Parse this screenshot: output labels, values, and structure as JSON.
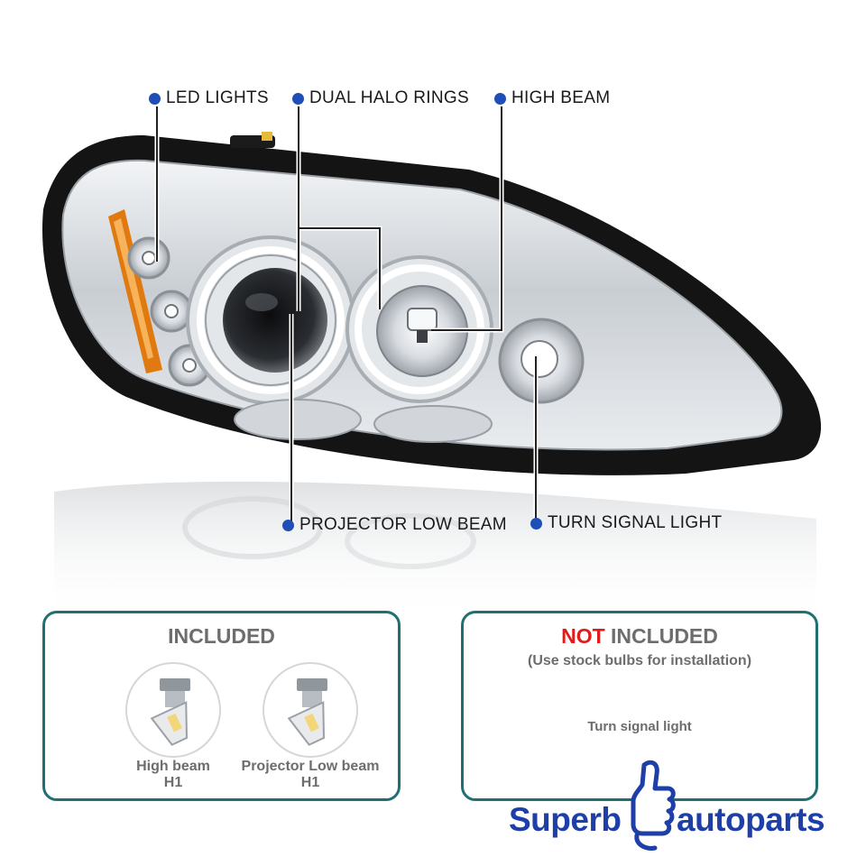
{
  "callouts": {
    "led_lights": "LED LIGHTS",
    "dual_halo_rings": "DUAL HALO RINGS",
    "high_beam": "HIGH BEAM",
    "projector_low_beam": "PROJECTOR LOW BEAM",
    "turn_signal_light": "TURN SIGNAL LIGHT"
  },
  "included": {
    "title": "INCLUDED",
    "items": [
      {
        "line1": "High beam",
        "line2": "H1",
        "icon": "h1-bulb-icon"
      },
      {
        "line1": "Projector Low beam",
        "line2": "H1",
        "icon": "h1-bulb-icon"
      }
    ]
  },
  "not_included": {
    "title_accent": "NOT",
    "title_rest": " INCLUDED",
    "subtitle": "(Use stock bulbs for installation)",
    "note": "Turn signal light"
  },
  "brand": {
    "left": "Superb",
    "right": "autoparts",
    "icon": "thumbs-up-icon"
  },
  "colors": {
    "callout_dot": "#1f4fb6",
    "panel_border": "#1f6f73",
    "accent_red": "#e01b1b",
    "brand_blue": "#1f3fa8",
    "housing": "#141414",
    "amber_reflector": "#e07a10"
  }
}
